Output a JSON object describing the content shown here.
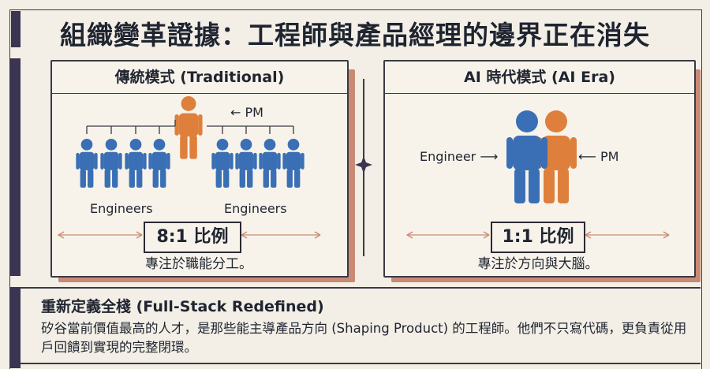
{
  "title": "組織變革證據：工程師與產品經理的邊界正在消失",
  "traditional": {
    "header": "傳統模式 (Traditional)",
    "pm_label": "PM",
    "engineers_left": "Engineers",
    "engineers_right": "Engineers",
    "ratio": "8:1 比例",
    "caption": "專注於職能分工。"
  },
  "ai_era": {
    "header": "AI 時代模式 (AI Era)",
    "engineer_label": "Engineer",
    "pm_label": "PM",
    "ratio": "1:1 比例",
    "caption": "專注於方向與大腦。"
  },
  "bottom": {
    "title": "重新定義全棧 (Full-Stack Redefined)",
    "body": "矽谷當前價值最高的人才，是那些能主導產品方向 (Shaping Product) 的工程師。他們不只寫代碼，更負責從用戶回饋到實現的完整閉環。"
  },
  "colors": {
    "engineer": "#3a6fb5",
    "pm": "#de7f3c",
    "shadow": "#c88a74",
    "dark": "#3a3550"
  }
}
